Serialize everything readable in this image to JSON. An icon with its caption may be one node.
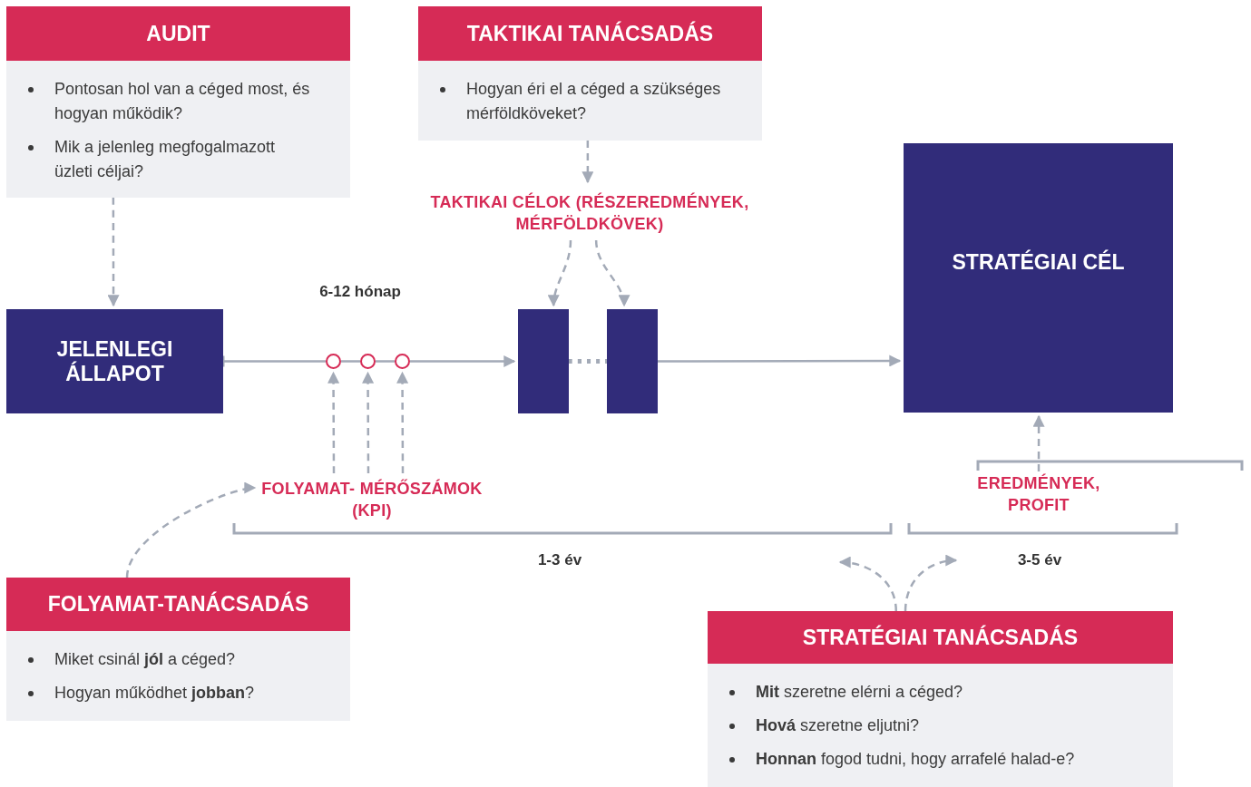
{
  "diagram": {
    "nodes": [
      {
        "text": [
          "AUDIT",
          "Pontosan hol van a céged most, és hogyan működik?",
          "Mik a jelenleg megfogalmazott üzleti céljai?"
        ]
      },
      {
        "text": [
          "TAKTIKAI TANÁCSADÁS",
          "Hogyan éri el a céged a szükséges mérföldköveket?"
        ]
      },
      {
        "text": [
          "JELENLEGI ÁLLAPOT"
        ]
      },
      {
        "text": [
          "STRATÉGIAI CÉL"
        ]
      },
      {
        "text": [
          "TAKTIKAI CÉLOK (RÉSZEREDMÉNYEK, MÉRFÖLDKÖVEK)"
        ]
      },
      {
        "text": [],
        "shape": "circle"
      },
      {
        "text": [],
        "shape": "circle"
      },
      {
        "text": [],
        "shape": "circle"
      },
      {
        "text": [],
        "shape": "bar"
      },
      {
        "text": [],
        "shape": "bar"
      },
      {
        "text": [
          "FOLYAMAT- MÉRŐSZÁMOK (KPI)"
        ]
      },
      {
        "text": [
          "EREDMÉNYEK, PROFIT"
        ]
      },
      {
        "text": [
          "FOLYAMAT-TANÁCSADÁS",
          "Miket csinál **jól** a céged?",
          "Hogyan működhet **jobban**?"
        ]
      },
      {
        "text": [
          "STRATÉGIAI TANÁCSADÁS",
          "**Mit** szeretne elérni a céged?",
          "**Hová** szeretne eljutni?",
          "**Honnan** fogod tudni, hogy arrafelé halad-e?"
        ]
      }
    ],
    "edges": [
      {
        "from": 0,
        "to": 2,
        "arrow": "to",
        "style": "dashed"
      },
      {
        "from": 1,
        "to": 4,
        "arrow": "to",
        "style": "dashed"
      },
      {
        "from": 4,
        "to": 8,
        "arrow": "to",
        "style": "dashed"
      },
      {
        "from": 4,
        "to": 9,
        "arrow": "to",
        "style": "dashed"
      },
      {
        "from": 2,
        "to": 5,
        "arrow": "other"
      },
      {
        "from": 5,
        "to": 6,
        "arrow": "none"
      },
      {
        "from": 6,
        "to": 7,
        "arrow": "none"
      },
      {
        "from": 7,
        "to": 8,
        "arrow": "to"
      },
      {
        "from": 8,
        "to": 9,
        "arrow": "none",
        "style": "dashed"
      },
      {
        "from": 9,
        "to": 3,
        "arrow": "to"
      },
      {
        "from": 10,
        "to": 5,
        "arrow": "to",
        "style": "dashed"
      },
      {
        "from": 10,
        "to": 6,
        "arrow": "to",
        "style": "dashed"
      },
      {
        "from": 10,
        "to": 7,
        "arrow": "to",
        "style": "dashed"
      },
      {
        "from": 12,
        "to": 10,
        "arrow": "to",
        "style": "dashed"
      },
      {
        "from": 11,
        "to": 3,
        "arrow": "to",
        "style": "dashed"
      },
      {
        "from": 13,
        "to": null,
        "arrow": "to",
        "style": "dashed"
      },
      {
        "from": 13,
        "to": null,
        "arrow": "to",
        "style": "dashed"
      }
    ],
    "labels": [
      "6-12 hónap",
      "1-3 év",
      "3-5 év"
    ]
  }
}
